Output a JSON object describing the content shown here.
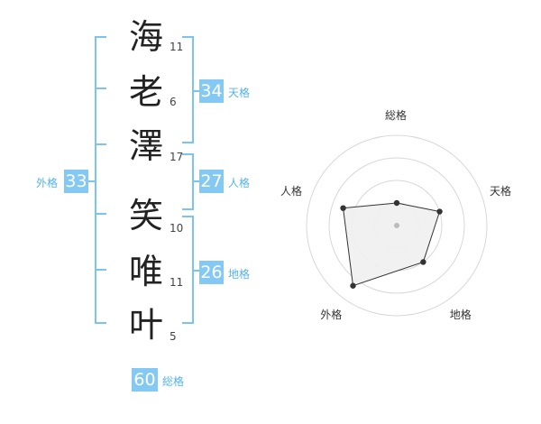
{
  "name": {
    "characters": [
      {
        "char": "海",
        "strokes": "11"
      },
      {
        "char": "老",
        "strokes": "6"
      },
      {
        "char": "澤",
        "strokes": "17"
      },
      {
        "char": "笑",
        "strokes": "10"
      },
      {
        "char": "唯",
        "strokes": "11"
      },
      {
        "char": "叶",
        "strokes": "5"
      }
    ]
  },
  "fortune": {
    "tenkaku": {
      "value": "34",
      "label": "天格"
    },
    "jinkaku": {
      "value": "27",
      "label": "人格"
    },
    "chikaku": {
      "value": "26",
      "label": "地格"
    },
    "gaikaku": {
      "value": "33",
      "label": "外格"
    },
    "soukaku": {
      "value": "60",
      "label": "総格"
    }
  },
  "colors": {
    "accent": "#83c9f4",
    "accent_text": "#55b3ea",
    "bracket": "#7cc4f0",
    "radar_fill": "#f0f0f0",
    "radar_line": "#333333"
  },
  "chart_data": {
    "type": "radar",
    "axes": [
      "総格",
      "天格",
      "地格",
      "外格",
      "人格"
    ],
    "values": [
      1.0,
      2.0,
      2.0,
      3.3,
      2.5
    ],
    "range": [
      0,
      4
    ],
    "rings": 4
  }
}
